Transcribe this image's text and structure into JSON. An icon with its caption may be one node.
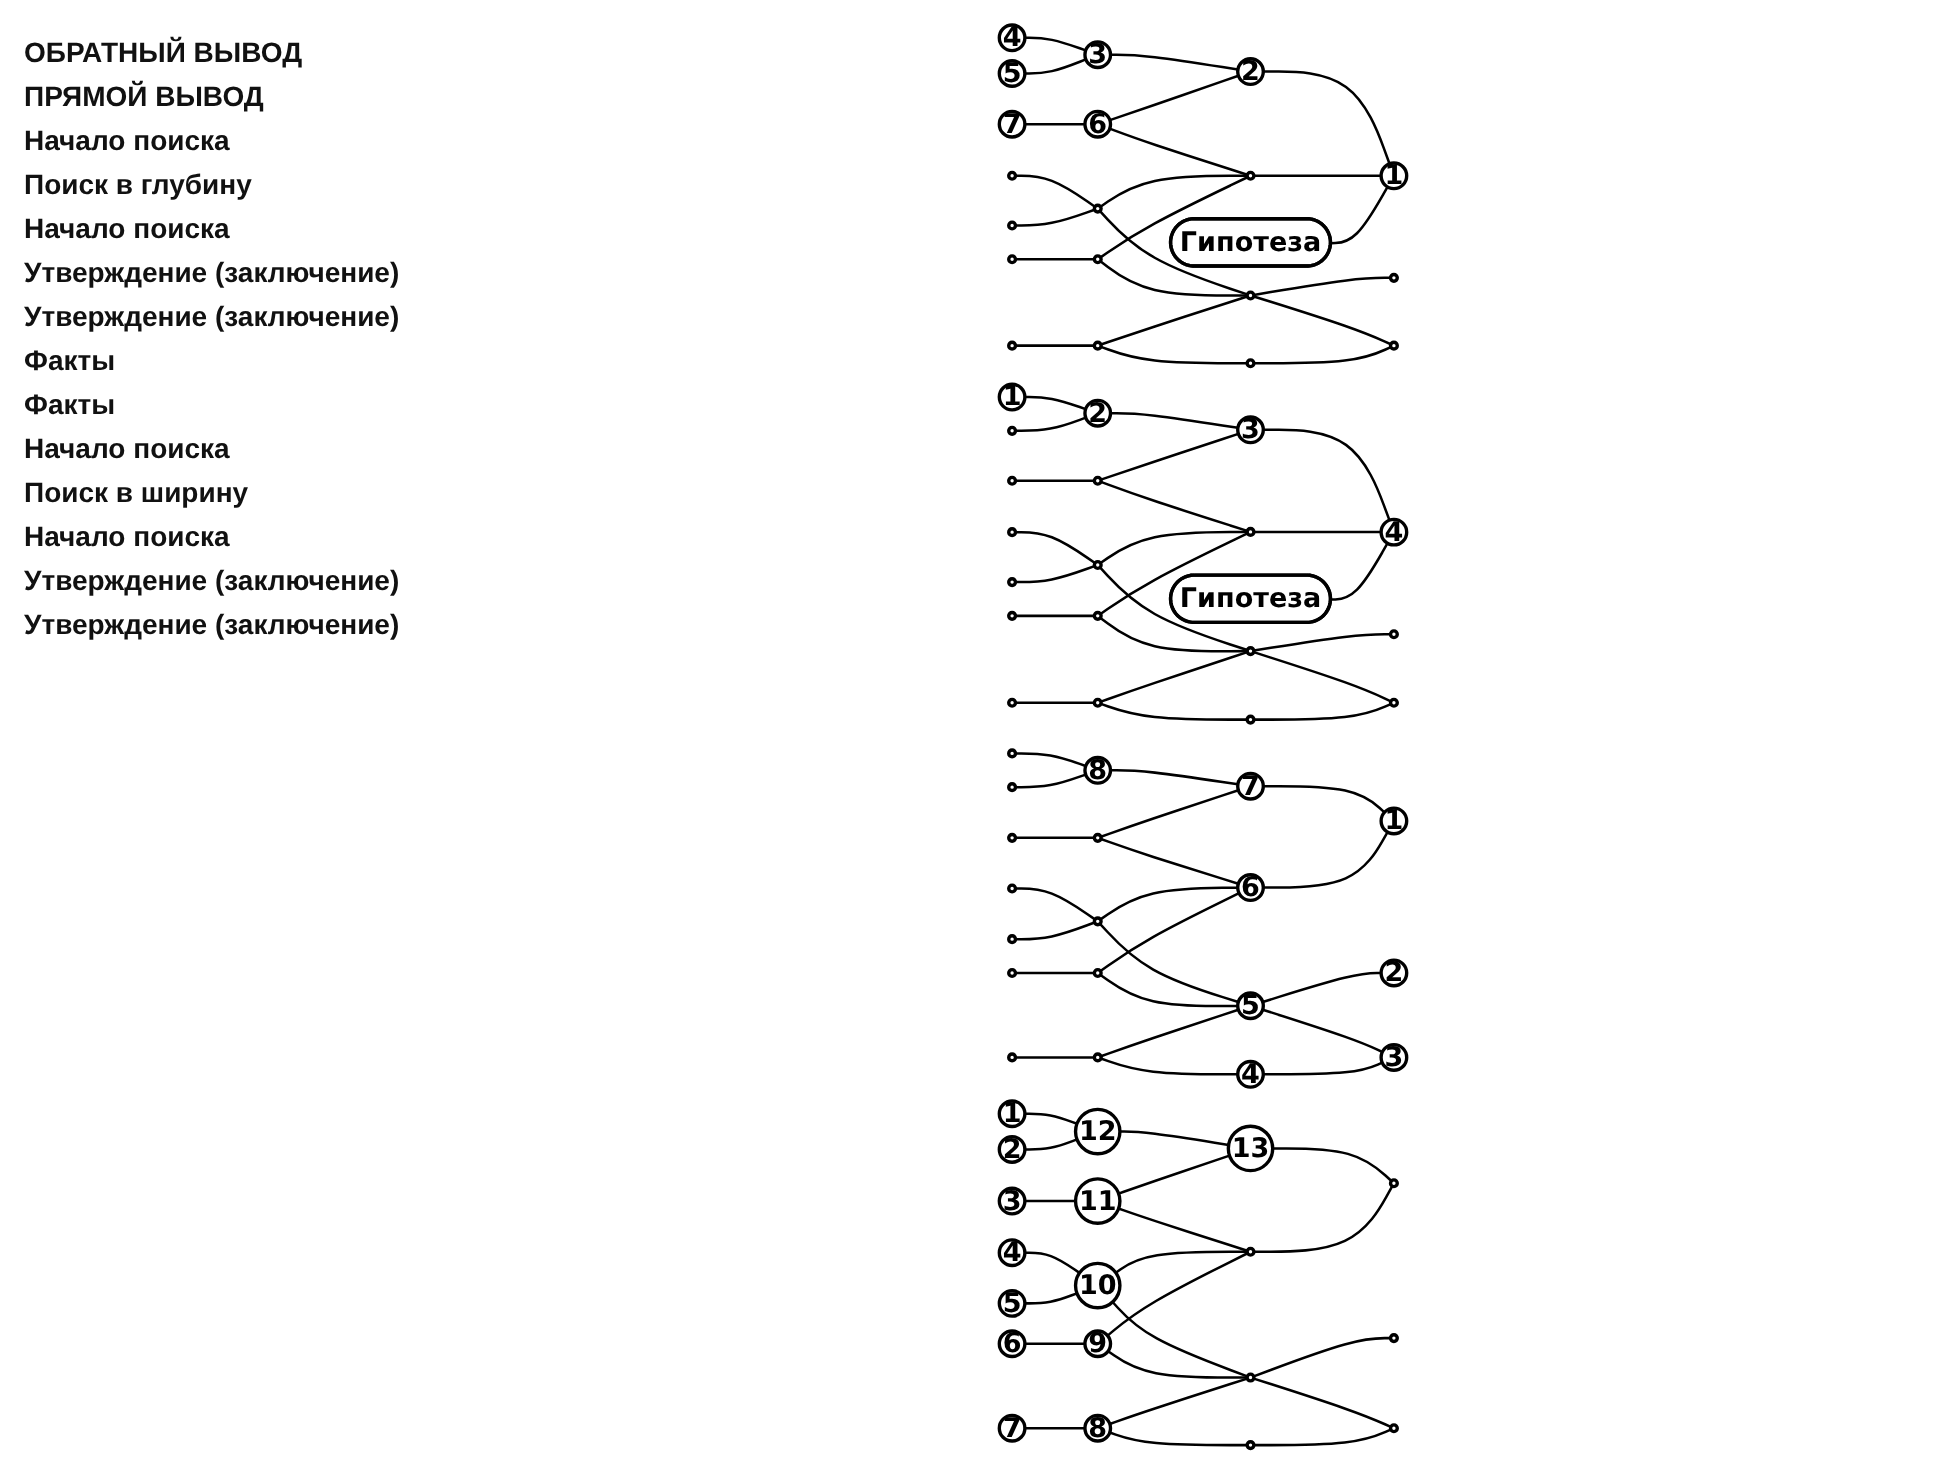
{
  "diagram": {
    "nodes": [
      {
        "text": [
          "Гипотеза"
        ]
      },
      {
        "text": [
          "4"
        ]
      },
      {
        "text": [
          "5"
        ]
      },
      {
        "text": [
          "7"
        ]
      },
      {
        "text": [],
        "shape": "circle"
      },
      {
        "text": [],
        "shape": "circle"
      },
      {
        "text": [],
        "shape": "circle"
      },
      {
        "text": [],
        "shape": "circle"
      },
      {
        "text": [
          "3"
        ]
      },
      {
        "text": [
          "6"
        ]
      },
      {
        "text": [],
        "shape": "circle"
      },
      {
        "text": [],
        "shape": "circle"
      },
      {
        "text": [],
        "shape": "circle"
      },
      {
        "text": [
          "2"
        ]
      },
      {
        "text": [],
        "shape": "circle"
      },
      {
        "text": [],
        "shape": "circle"
      },
      {
        "text": [],
        "shape": "circle"
      },
      {
        "text": [
          "1"
        ]
      },
      {
        "text": [],
        "shape": "circle"
      },
      {
        "text": [],
        "shape": "circle"
      },
      {
        "text": [
          "Гипотеза"
        ]
      },
      {
        "text": [
          "1"
        ]
      },
      {
        "text": [],
        "shape": "circle"
      },
      {
        "text": [],
        "shape": "circle"
      },
      {
        "text": [],
        "shape": "circle"
      },
      {
        "text": [],
        "shape": "circle"
      },
      {
        "text": [],
        "shape": "circle"
      },
      {
        "text": [],
        "shape": "circle"
      },
      {
        "text": [
          "2"
        ]
      },
      {
        "text": [],
        "shape": "circle"
      },
      {
        "text": [],
        "shape": "circle"
      },
      {
        "text": [],
        "shape": "circle"
      },
      {
        "text": [],
        "shape": "circle"
      },
      {
        "text": [
          "3"
        ]
      },
      {
        "text": [],
        "shape": "circle"
      },
      {
        "text": [],
        "shape": "circle"
      },
      {
        "text": [],
        "shape": "circle"
      },
      {
        "text": [
          "4"
        ]
      },
      {
        "text": [],
        "shape": "circle"
      },
      {
        "text": [],
        "shape": "circle"
      },
      {
        "text": [],
        "shape": "circle"
      },
      {
        "text": [],
        "shape": "circle"
      },
      {
        "text": [],
        "shape": "circle"
      },
      {
        "text": [],
        "shape": "circle"
      },
      {
        "text": [],
        "shape": "circle"
      },
      {
        "text": [],
        "shape": "circle"
      },
      {
        "text": [],
        "shape": "circle"
      },
      {
        "text": [
          "8"
        ]
      },
      {
        "text": [],
        "shape": "circle"
      },
      {
        "text": [],
        "shape": "circle"
      },
      {
        "text": [],
        "shape": "circle"
      },
      {
        "text": [],
        "shape": "circle"
      },
      {
        "text": [
          "7"
        ]
      },
      {
        "text": [
          "6"
        ]
      },
      {
        "text": [
          "5"
        ]
      },
      {
        "text": [
          "4"
        ]
      },
      {
        "text": [
          "1"
        ]
      },
      {
        "text": [
          "2"
        ]
      },
      {
        "text": [
          "3"
        ]
      },
      {
        "text": [
          "1"
        ]
      },
      {
        "text": [
          "2"
        ]
      },
      {
        "text": [
          "3"
        ]
      },
      {
        "text": [
          "4"
        ]
      },
      {
        "text": [
          "5"
        ]
      },
      {
        "text": [
          "6"
        ]
      },
      {
        "text": [
          "7"
        ]
      },
      {
        "text": [
          "12"
        ]
      },
      {
        "text": [
          "11"
        ]
      },
      {
        "text": [
          "10"
        ]
      },
      {
        "text": [
          "9"
        ]
      },
      {
        "text": [
          "8"
        ]
      },
      {
        "text": [
          "13"
        ]
      },
      {
        "text": [],
        "shape": "circle"
      },
      {
        "text": [],
        "shape": "circle"
      },
      {
        "text": [],
        "shape": "circle"
      },
      {
        "text": [],
        "shape": "circle"
      },
      {
        "text": [],
        "shape": "circle"
      },
      {
        "text": [],
        "shape": "circle"
      }
    ],
    "edges": [
      {
        "from": 1,
        "to": 8,
        "arrow": "none"
      },
      {
        "from": 2,
        "to": 8,
        "arrow": "none"
      },
      {
        "from": 3,
        "to": 9,
        "arrow": "none"
      },
      {
        "from": 4,
        "to": 10,
        "arrow": "none"
      },
      {
        "from": 5,
        "to": 10,
        "arrow": "none"
      },
      {
        "from": 6,
        "to": 11,
        "arrow": "none"
      },
      {
        "from": 7,
        "to": 12,
        "arrow": "none"
      },
      {
        "from": 8,
        "to": 13,
        "arrow": "none"
      },
      {
        "from": 9,
        "to": 13,
        "arrow": "none"
      },
      {
        "from": 9,
        "to": 14,
        "arrow": "none"
      },
      {
        "from": 10,
        "to": 14,
        "arrow": "none"
      },
      {
        "from": 10,
        "to": 15,
        "arrow": "none"
      },
      {
        "from": 11,
        "to": 14,
        "arrow": "none"
      },
      {
        "from": 11,
        "to": 15,
        "arrow": "none"
      },
      {
        "from": 12,
        "to": 15,
        "arrow": "none"
      },
      {
        "from": 12,
        "to": 16,
        "arrow": "none"
      },
      {
        "from": 13,
        "to": 17,
        "arrow": "none"
      },
      {
        "from": 14,
        "to": 17,
        "arrow": "none"
      },
      {
        "from": 15,
        "to": 18,
        "arrow": "none"
      },
      {
        "from": 15,
        "to": 19,
        "arrow": "none"
      },
      {
        "from": 16,
        "to": 19,
        "arrow": "none"
      },
      {
        "from": 0,
        "to": 17,
        "arrow": "none"
      },
      {
        "from": 21,
        "to": 28,
        "arrow": "none"
      },
      {
        "from": 22,
        "to": 28,
        "arrow": "none"
      },
      {
        "from": 23,
        "to": 29,
        "arrow": "none"
      },
      {
        "from": 24,
        "to": 30,
        "arrow": "none"
      },
      {
        "from": 25,
        "to": 30,
        "arrow": "none"
      },
      {
        "from": 26,
        "to": 31,
        "arrow": "none"
      },
      {
        "from": 27,
        "to": 32,
        "arrow": "none"
      },
      {
        "from": 28,
        "to": 33,
        "arrow": "none"
      },
      {
        "from": 29,
        "to": 33,
        "arrow": "none"
      },
      {
        "from": 29,
        "to": 34,
        "arrow": "none"
      },
      {
        "from": 30,
        "to": 34,
        "arrow": "none"
      },
      {
        "from": 30,
        "to": 35,
        "arrow": "none"
      },
      {
        "from": 31,
        "to": 34,
        "arrow": "none"
      },
      {
        "from": 31,
        "to": 35,
        "arrow": "none"
      },
      {
        "from": 32,
        "to": 35,
        "arrow": "none"
      },
      {
        "from": 32,
        "to": 36,
        "arrow": "none"
      },
      {
        "from": 33,
        "to": 37,
        "arrow": "none"
      },
      {
        "from": 34,
        "to": 37,
        "arrow": "none"
      },
      {
        "from": 35,
        "to": 38,
        "arrow": "none"
      },
      {
        "from": 35,
        "to": 39,
        "arrow": "none"
      },
      {
        "from": 36,
        "to": 39,
        "arrow": "none"
      },
      {
        "from": 20,
        "to": 37,
        "arrow": "none"
      },
      {
        "from": 40,
        "to": 47,
        "arrow": "none"
      },
      {
        "from": 41,
        "to": 47,
        "arrow": "none"
      },
      {
        "from": 42,
        "to": 48,
        "arrow": "none"
      },
      {
        "from": 43,
        "to": 49,
        "arrow": "none"
      },
      {
        "from": 44,
        "to": 49,
        "arrow": "none"
      },
      {
        "from": 45,
        "to": 50,
        "arrow": "none"
      },
      {
        "from": 46,
        "to": 51,
        "arrow": "none"
      },
      {
        "from": 47,
        "to": 52,
        "arrow": "none"
      },
      {
        "from": 48,
        "to": 52,
        "arrow": "none"
      },
      {
        "from": 48,
        "to": 53,
        "arrow": "none"
      },
      {
        "from": 49,
        "to": 53,
        "arrow": "none"
      },
      {
        "from": 49,
        "to": 54,
        "arrow": "none"
      },
      {
        "from": 50,
        "to": 53,
        "arrow": "none"
      },
      {
        "from": 50,
        "to": 54,
        "arrow": "none"
      },
      {
        "from": 51,
        "to": 54,
        "arrow": "none"
      },
      {
        "from": 51,
        "to": 55,
        "arrow": "none"
      },
      {
        "from": 52,
        "to": 56,
        "arrow": "none"
      },
      {
        "from": 53,
        "to": 56,
        "arrow": "none"
      },
      {
        "from": 54,
        "to": 57,
        "arrow": "none"
      },
      {
        "from": 54,
        "to": 58,
        "arrow": "none"
      },
      {
        "from": 55,
        "to": 58,
        "arrow": "none"
      },
      {
        "from": 59,
        "to": 66,
        "arrow": "none"
      },
      {
        "from": 60,
        "to": 66,
        "arrow": "none"
      },
      {
        "from": 61,
        "to": 67,
        "arrow": "none"
      },
      {
        "from": 62,
        "to": 68,
        "arrow": "none"
      },
      {
        "from": 63,
        "to": 68,
        "arrow": "none"
      },
      {
        "from": 64,
        "to": 69,
        "arrow": "none"
      },
      {
        "from": 65,
        "to": 70,
        "arrow": "none"
      },
      {
        "from": 66,
        "to": 71,
        "arrow": "none"
      },
      {
        "from": 67,
        "to": 71,
        "arrow": "none"
      },
      {
        "from": 67,
        "to": 72,
        "arrow": "none"
      },
      {
        "from": 68,
        "to": 72,
        "arrow": "none"
      },
      {
        "from": 68,
        "to": 73,
        "arrow": "none"
      },
      {
        "from": 69,
        "to": 72,
        "arrow": "none"
      },
      {
        "from": 69,
        "to": 73,
        "arrow": "none"
      },
      {
        "from": 70,
        "to": 73,
        "arrow": "none"
      },
      {
        "from": 70,
        "to": 74,
        "arrow": "none"
      },
      {
        "from": 71,
        "to": 75,
        "arrow": "none"
      },
      {
        "from": 72,
        "to": 75,
        "arrow": "none"
      },
      {
        "from": 73,
        "to": 76,
        "arrow": "none"
      },
      {
        "from": 73,
        "to": 77,
        "arrow": "none"
      },
      {
        "from": 74,
        "to": 77,
        "arrow": "none"
      }
    ],
    "labels": [
      "ОБРАТНЫЙ ВЫВОД",
      "ПРЯМОЙ ВЫВОД",
      "Начало поиска",
      "Поиск в глубину",
      "Начало поиска",
      "Утверждение (заключение)",
      "Утверждение (заключение)",
      "Факты",
      "Факты",
      "Начало поиска",
      "Поиск в ширину",
      "Начало поиска",
      "Утверждение (заключение)",
      "Утверждение (заключение)"
    ]
  }
}
